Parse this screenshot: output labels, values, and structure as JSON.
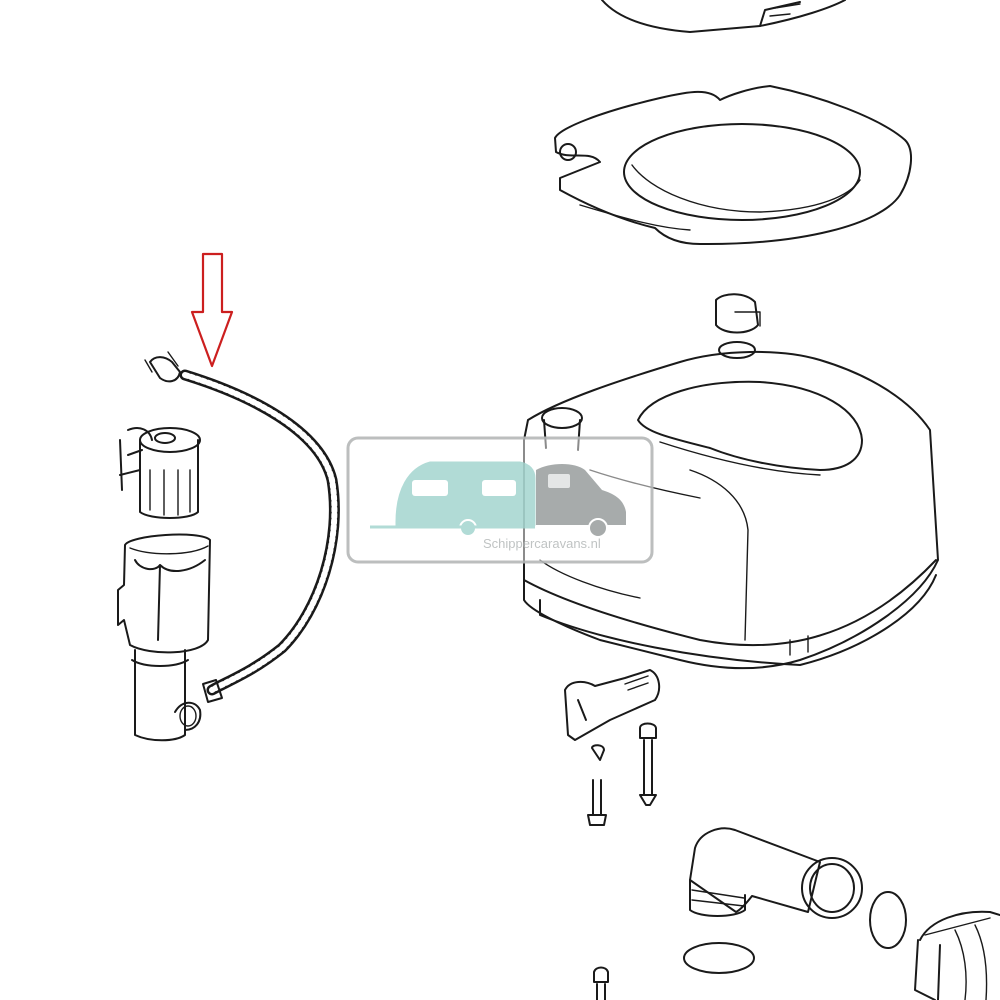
{
  "diagram": {
    "title": "",
    "callout": {
      "kind": "arrow",
      "color": "#cc1f1f",
      "points_to": "hose"
    },
    "parts": [
      {
        "id": "lid-top",
        "label": ""
      },
      {
        "id": "seat-ring",
        "label": ""
      },
      {
        "id": "hose",
        "label": ""
      },
      {
        "id": "valve-top",
        "label": ""
      },
      {
        "id": "pump-body",
        "label": ""
      },
      {
        "id": "tank",
        "label": ""
      },
      {
        "id": "bracket",
        "label": ""
      },
      {
        "id": "screws",
        "label": ""
      },
      {
        "id": "elbow-pipe",
        "label": ""
      },
      {
        "id": "o-rings",
        "label": ""
      },
      {
        "id": "outlet",
        "label": ""
      }
    ]
  },
  "watermark": {
    "text": "Schippercaravans.nl",
    "colors": {
      "caravan": "#a9d8d2",
      "car": "#9ea3a3",
      "frame": "#b5b8b8"
    }
  }
}
